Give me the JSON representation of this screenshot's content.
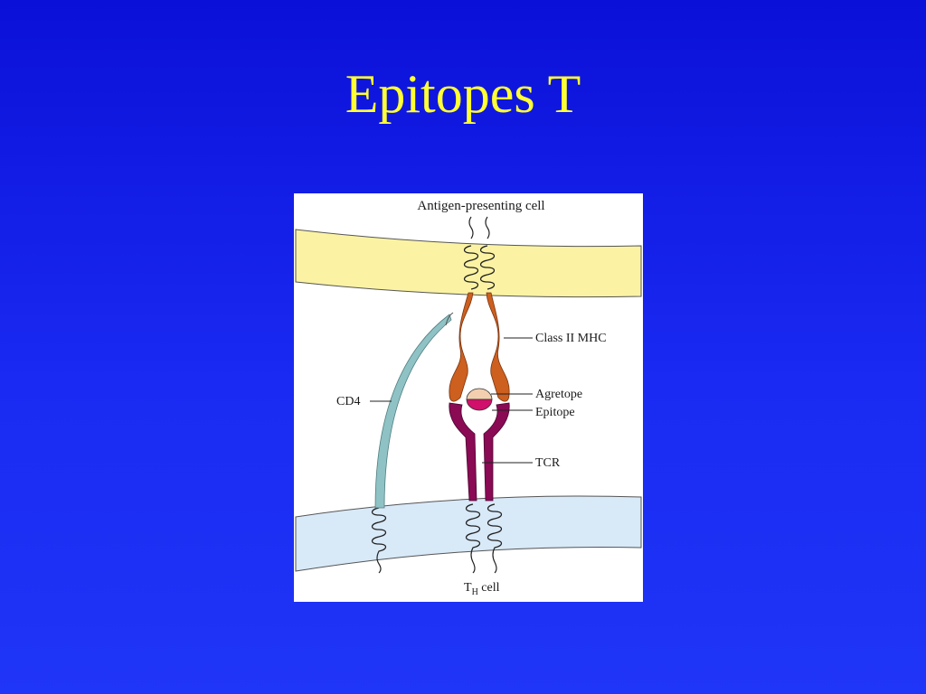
{
  "slide": {
    "title": "Epitopes T"
  },
  "diagram": {
    "apc_label": "Antigen-presenting cell",
    "mhc_label": "Class II MHC",
    "agretope_label": "Agretope",
    "epitope_label": "Epitope",
    "tcr_label": "TCR",
    "cd4_label": "CD4",
    "th_cell_T": "T",
    "th_cell_sub": "H",
    "th_cell_rest": " cell"
  },
  "colors": {
    "apc_membrane": "#fbf3a3",
    "th_membrane": "#d8e9f8",
    "mhc": "#cd5f1f",
    "tcr": "#8a0a54",
    "epitope": "#d0106a",
    "agretope": "#f3cfb0",
    "cd4": "#8fc2c4"
  }
}
